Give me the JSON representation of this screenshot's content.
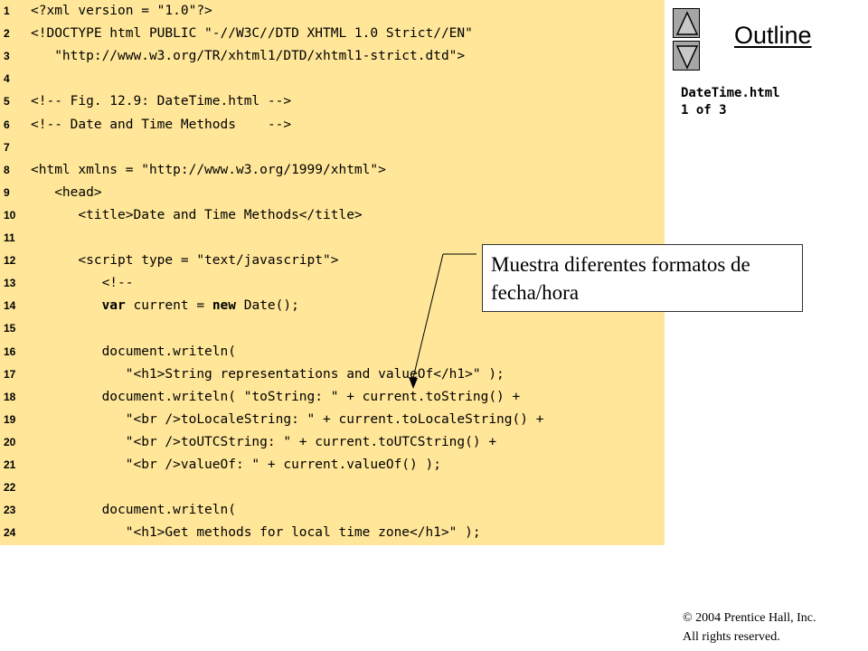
{
  "code_lines": [
    {
      "n": "1",
      "parts": [
        {
          "t": "<?xml version = \"1.0\"?>",
          "b": false
        }
      ]
    },
    {
      "n": "2",
      "parts": [
        {
          "t": "<!DOCTYPE html PUBLIC \"-//W3C//DTD XHTML 1.0 Strict//EN\"",
          "b": false
        }
      ]
    },
    {
      "n": "3",
      "parts": [
        {
          "t": "   \"http://www.w3.org/TR/xhtml1/DTD/xhtml1-strict.dtd\">",
          "b": false
        }
      ]
    },
    {
      "n": "4",
      "parts": []
    },
    {
      "n": "5",
      "parts": [
        {
          "t": "<!-- Fig. 12.9: DateTime.html -->",
          "b": false
        }
      ]
    },
    {
      "n": "6",
      "parts": [
        {
          "t": "<!-- Date and Time Methods    -->",
          "b": false
        }
      ]
    },
    {
      "n": "7",
      "parts": []
    },
    {
      "n": "8",
      "parts": [
        {
          "t": "<html xmlns = \"http://www.w3.org/1999/xhtml\">",
          "b": false
        }
      ]
    },
    {
      "n": "9",
      "parts": [
        {
          "t": "   <head>",
          "b": false
        }
      ]
    },
    {
      "n": "10",
      "parts": [
        {
          "t": "      <title>Date and Time Methods</title>",
          "b": false
        }
      ]
    },
    {
      "n": "11",
      "parts": []
    },
    {
      "n": "12",
      "parts": [
        {
          "t": "      <script type = \"text/javascript\">",
          "b": false
        }
      ]
    },
    {
      "n": "13",
      "parts": [
        {
          "t": "         <!--",
          "b": false
        }
      ]
    },
    {
      "n": "14",
      "parts": [
        {
          "t": "         ",
          "b": false
        },
        {
          "t": "var",
          "b": true
        },
        {
          "t": " current = ",
          "b": false
        },
        {
          "t": "new",
          "b": true
        },
        {
          "t": " Date();",
          "b": false
        }
      ]
    },
    {
      "n": "15",
      "parts": []
    },
    {
      "n": "16",
      "parts": [
        {
          "t": "         document.writeln(",
          "b": false
        }
      ]
    },
    {
      "n": "17",
      "parts": [
        {
          "t": "            \"<h1>String representations and valueOf</h1>\" );",
          "b": false
        }
      ]
    },
    {
      "n": "18",
      "parts": [
        {
          "t": "         document.writeln( \"toString: \" + current.toString() +",
          "b": false
        }
      ]
    },
    {
      "n": "19",
      "parts": [
        {
          "t": "            \"<br />toLocaleString: \" + current.toLocaleString() +",
          "b": false
        }
      ]
    },
    {
      "n": "20",
      "parts": [
        {
          "t": "            \"<br />toUTCString: \" + current.toUTCString() +",
          "b": false
        }
      ]
    },
    {
      "n": "21",
      "parts": [
        {
          "t": "            \"<br />valueOf: \" + current.valueOf() );",
          "b": false
        }
      ]
    },
    {
      "n": "22",
      "parts": []
    },
    {
      "n": "23",
      "parts": [
        {
          "t": "         document.writeln(",
          "b": false
        }
      ]
    },
    {
      "n": "24",
      "parts": [
        {
          "t": "            \"<h1>Get methods for local time zone</h1>\" );",
          "b": false
        }
      ]
    }
  ],
  "sidebar": {
    "up_icon": "triangle-up-icon",
    "down_icon": "triangle-down-icon",
    "outline_label": "Outline",
    "file_name": "DateTime.html",
    "page_indicator": "1 of 3"
  },
  "callout": {
    "text": "Muestra diferentes formatos de fecha/hora"
  },
  "footer": {
    "copyright_line1": "© 2004 Prentice Hall, Inc.",
    "copyright_line2": "All rights reserved."
  },
  "colors": {
    "code_background": "#ffe699",
    "button_fill": "#a6a6a6",
    "triangle_fill": "#c8c8c8"
  }
}
